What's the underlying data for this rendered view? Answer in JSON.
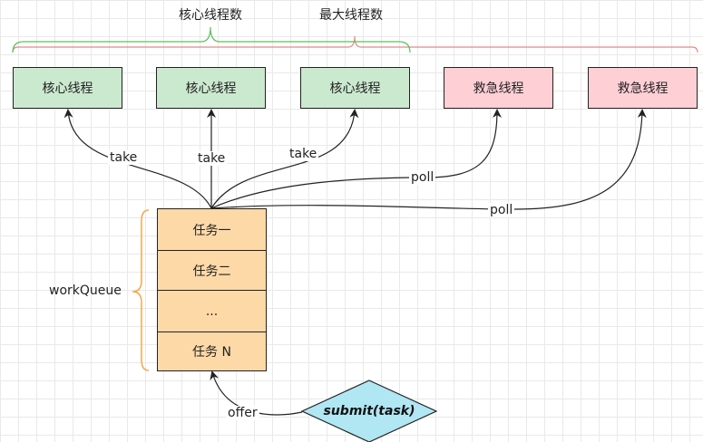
{
  "header": {
    "core_count_label": "核心线程数",
    "max_count_label": "最大线程数"
  },
  "threads": {
    "core": [
      "核心线程",
      "核心线程",
      "核心线程"
    ],
    "rescue": [
      "救急线程",
      "救急线程"
    ]
  },
  "queue": {
    "label": "workQueue",
    "tasks": [
      "任务一",
      "任务二",
      "...",
      "任务 N"
    ]
  },
  "edges": {
    "take": "take",
    "poll": "poll",
    "offer": "offer"
  },
  "submit": {
    "label": "submit(task)"
  },
  "colors": {
    "core_fill": "#cbe9cf",
    "rescue_fill": "#fecfd5",
    "task_fill": "#fdd9a7",
    "submit_fill": "#b1e6f3",
    "core_brace": "#5bbf5e",
    "max_brace": "#e08a8a",
    "queue_brace": "#f5a64b"
  }
}
